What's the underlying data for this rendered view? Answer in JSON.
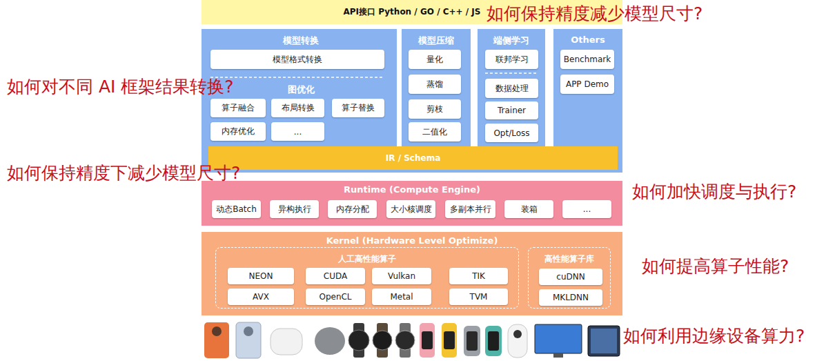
{
  "diagram": {
    "nodes": [
      {
        "text": [
          "API接口 Python / GO / C++ / JS"
        ]
      },
      {
        "text": [
          "模型转换",
          "图优化"
        ]
      },
      {
        "text": [
          "模型格式转换"
        ],
        "in": 1
      },
      {
        "text": [
          "算子融合"
        ],
        "in": 1
      },
      {
        "text": [
          "布局转换"
        ],
        "in": 1
      },
      {
        "text": [
          "算子替换"
        ],
        "in": 1
      },
      {
        "text": [
          "内存优化"
        ],
        "in": 1
      },
      {
        "text": [
          "..."
        ],
        "in": 1
      },
      {
        "text": [
          "模型压缩"
        ]
      },
      {
        "text": [
          "量化"
        ],
        "in": 8
      },
      {
        "text": [
          "蒸馏"
        ],
        "in": 8
      },
      {
        "text": [
          "剪枝"
        ],
        "in": 8
      },
      {
        "text": [
          "二值化"
        ],
        "in": 8
      },
      {
        "text": [
          "端侧学习"
        ]
      },
      {
        "text": [
          "联邦学习"
        ],
        "in": 13
      },
      {
        "text": [
          "数据处理"
        ],
        "in": 13
      },
      {
        "text": [
          "Trainer"
        ],
        "in": 13
      },
      {
        "text": [
          "Opt/Loss"
        ],
        "in": 13
      },
      {
        "text": [
          "Others"
        ]
      },
      {
        "text": [
          "Benchmark"
        ],
        "in": 18
      },
      {
        "text": [
          "APP Demo"
        ],
        "in": 18
      },
      {
        "text": [
          "IR / Schema"
        ]
      },
      {
        "text": [
          "Runtime (Compute Engine)"
        ]
      },
      {
        "text": [
          "动态Batch"
        ],
        "in": 22
      },
      {
        "text": [
          "异构执行"
        ],
        "in": 22
      },
      {
        "text": [
          "内存分配"
        ],
        "in": 22
      },
      {
        "text": [
          "大小核调度"
        ],
        "in": 22
      },
      {
        "text": [
          "多副本并行"
        ],
        "in": 22
      },
      {
        "text": [
          "装箱"
        ],
        "in": 22
      },
      {
        "text": [
          "..."
        ],
        "in": 22
      },
      {
        "text": [
          "Kernel (Hardware Level Optimize)"
        ]
      },
      {
        "text": [
          "人工高性能算子"
        ],
        "in": 30
      },
      {
        "text": [
          "NEON"
        ],
        "in": 31
      },
      {
        "text": [
          "AVX"
        ],
        "in": 31
      },
      {
        "text": [
          "CUDA"
        ],
        "in": 31
      },
      {
        "text": [
          "OpenCL"
        ],
        "in": 31
      },
      {
        "text": [
          "Vulkan"
        ],
        "in": 31
      },
      {
        "text": [
          "Metal"
        ],
        "in": 31
      },
      {
        "text": [
          "TIK"
        ],
        "in": 31
      },
      {
        "text": [
          "TVM"
        ],
        "in": 31
      },
      {
        "text": [
          "高性能算子库"
        ],
        "in": 30
      },
      {
        "text": [
          "cuDNN"
        ],
        "in": 40
      },
      {
        "text": [
          "MKLDNN"
        ],
        "in": 40
      }
    ],
    "labels": [
      "如何保持精度减少模型尺寸?",
      "如何对不同 AI 框架结果转换?",
      "如何保持精度下减少模型尺寸?",
      "如何加快调度与执行?",
      "如何提高算子性能?",
      "如何利用边缘设备算力?"
    ]
  }
}
